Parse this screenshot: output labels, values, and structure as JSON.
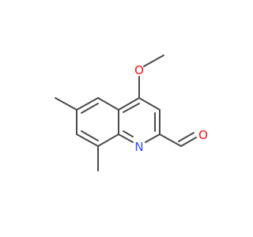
{
  "molecule": {
    "atom_labels": {
      "methoxy_oxygen": "O",
      "ring_nitrogen": "N",
      "aldehyde_oxygen": "O"
    },
    "colors": {
      "bond": "#4a4a4a",
      "oxygen": "#ff0d0d",
      "nitrogen": "#3050f8"
    }
  }
}
